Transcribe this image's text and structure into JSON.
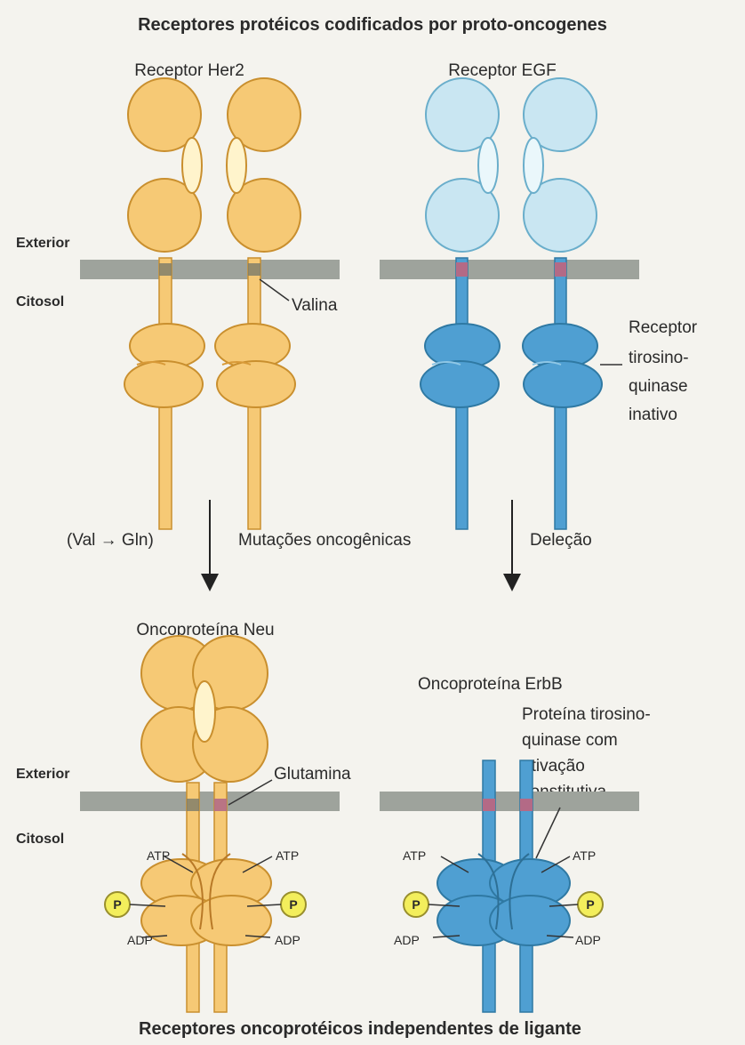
{
  "titles": {
    "top": "Receptores protéicos codificados por proto-oncogenes",
    "bottom": "Receptores oncoprotéicos independentes de ligante"
  },
  "labels": {
    "her2": "Receptor Her2",
    "egf": "Receptor EGF",
    "neu": "Oncoproteína Neu",
    "erbb": "Oncoproteína ErbB",
    "exterior": "Exterior",
    "citosol": "Citosol",
    "valina": "Valina",
    "glutamina": "Glutamina",
    "receptor_inactive": [
      "Receptor",
      "tirosino-",
      "quinase",
      "inativo"
    ],
    "protein_active": [
      "Proteína tirosino-",
      "quinase com",
      "ativação",
      "constitutiva"
    ],
    "mutation_left": "(Val → Gln)",
    "mutation_center": "Mutações oncogênicas",
    "mutation_right": "Deleção",
    "atp": "ATP",
    "adp": "ADP",
    "phosphate": "P"
  },
  "colors": {
    "her2_fill": "#f6c975",
    "her2_stroke": "#c98f2e",
    "egf_fill": "#c9e6f2",
    "egf_stroke": "#6aaecb",
    "kinase_blue": "#4f9fd2",
    "membrane": "#9ea39c",
    "tm_marker": "#b36a86",
    "phosphate": "#f3ee5c"
  }
}
